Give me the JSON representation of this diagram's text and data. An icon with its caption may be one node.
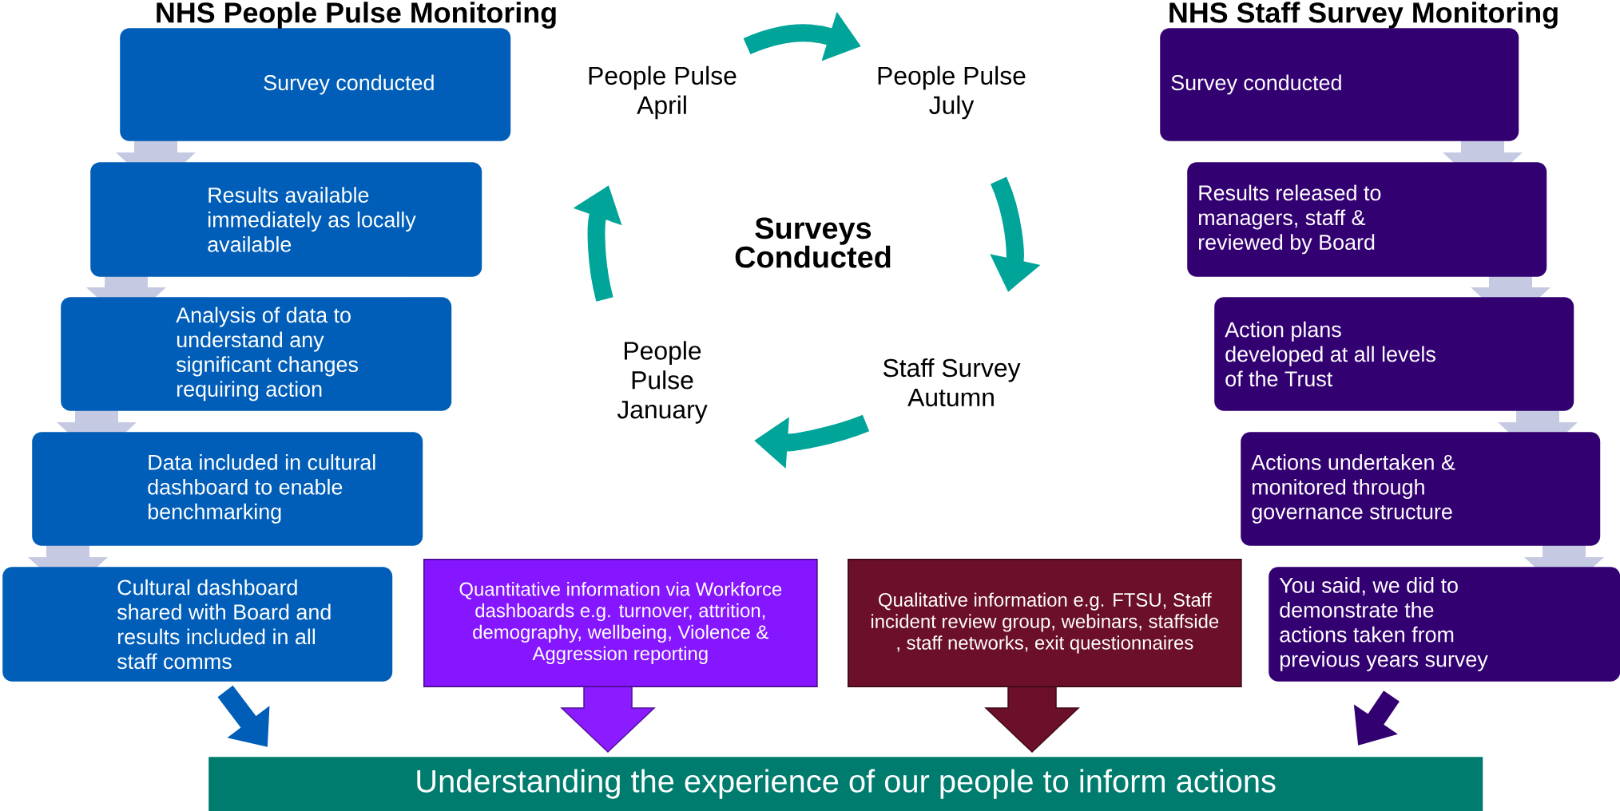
{
  "diagram": {
    "nodes": [
      {
        "text": [
          "Survey conducted"
        ]
      },
      {
        "text": [
          "Results available immediately as locally available"
        ]
      },
      {
        "text": [
          "Analysis of data to understand any significant changes requiring action"
        ]
      },
      {
        "text": [
          "Data included in cultural dashboard to enable benchmarking"
        ]
      },
      {
        "text": [
          "Cultural dashboard shared with Board and results included in all staff comms"
        ]
      },
      {
        "text": [
          "People Pulse April"
        ]
      },
      {
        "text": [
          "People Pulse July"
        ]
      },
      {
        "text": [
          "Staff Survey Autumn"
        ]
      },
      {
        "text": [
          "People Pulse January"
        ]
      },
      {
        "text": [
          "Survey conducted"
        ]
      },
      {
        "text": [
          "Results released to managers, staff & reviewed by Board"
        ]
      },
      {
        "text": [
          "Action plans developed at all levels of the Trust"
        ]
      },
      {
        "text": [
          "Actions undertaken & monitored through governance structure"
        ]
      },
      {
        "text": [
          "You said, we did to demonstrate the actions taken from previous years survey"
        ]
      },
      {
        "text": [
          "Quantitative information via Workforce dashboards e.g. turnover, attrition, demography,  wellbeing, Violence & Aggression reporting"
        ]
      },
      {
        "text": [
          "Qualitative information e.g. FTSU, Staff incident review group, webinars, staffside , staff networks, exit questionnaires"
        ]
      },
      {
        "text": [
          "Understanding the experience of our people to inform actions"
        ]
      }
    ],
    "edges": [
      {
        "from": 0,
        "to": 1,
        "arrow": "to"
      },
      {
        "from": 1,
        "to": 2,
        "arrow": "to"
      },
      {
        "from": 2,
        "to": 3,
        "arrow": "to"
      },
      {
        "from": 3,
        "to": 4,
        "arrow": "to"
      },
      {
        "from": 5,
        "to": 6,
        "arrow": "to",
        "color": "#00a499"
      },
      {
        "from": 6,
        "to": 7,
        "arrow": "to",
        "color": "#00a499"
      },
      {
        "from": 7,
        "to": 8,
        "arrow": "to",
        "color": "#00a499"
      },
      {
        "from": 8,
        "to": 5,
        "arrow": "to",
        "color": "#00a499"
      },
      {
        "from": 9,
        "to": 10,
        "arrow": "to"
      },
      {
        "from": 10,
        "to": 11,
        "arrow": "to"
      },
      {
        "from": 11,
        "to": 12,
        "arrow": "to"
      },
      {
        "from": 12,
        "to": 13,
        "arrow": "to"
      },
      {
        "from": 4,
        "to": 16,
        "arrow": "to",
        "color": "#005eb8"
      },
      {
        "from": 14,
        "to": 16,
        "arrow": "to",
        "color": "#8a1cff"
      },
      {
        "from": 15,
        "to": 16,
        "arrow": "to",
        "color": "#6b1028"
      },
      {
        "from": 13,
        "to": 16,
        "arrow": "to",
        "color": "#330072"
      }
    ],
    "labels": [
      "NHS People Pulse Monitoring",
      "Surveys Conducted",
      "NHS Staff Survey Monitoring"
    ]
  }
}
